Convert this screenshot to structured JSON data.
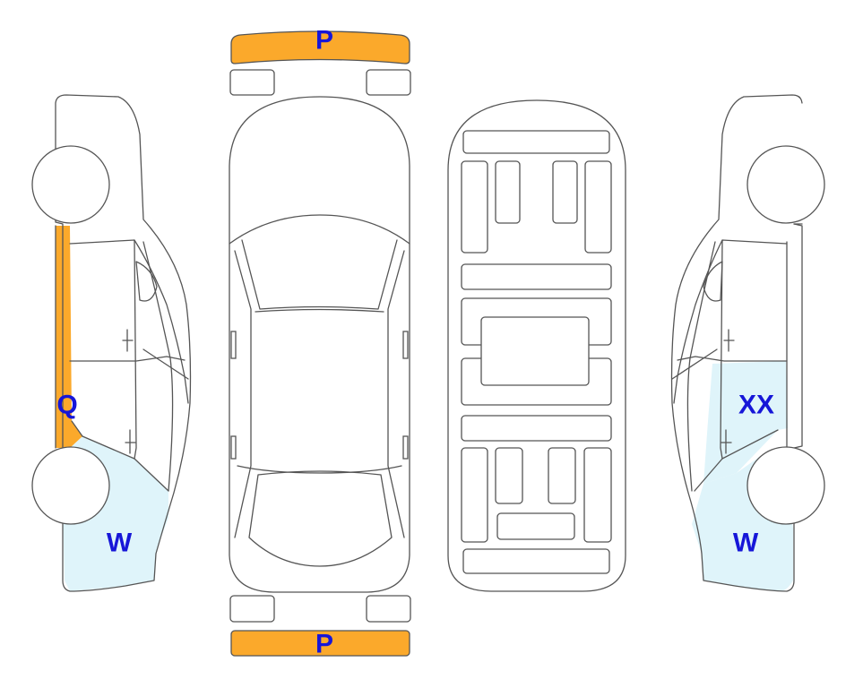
{
  "colors": {
    "repaint": "#fba92b",
    "replace": "#dff4fa",
    "label": "#1616d8",
    "outline": "#555555"
  },
  "labels": {
    "front_bumper": "P",
    "rear_bumper": "P",
    "left_rocker": "Q",
    "left_rear_fender": "W",
    "right_rear_door": "XX",
    "right_rear_fender": "W"
  }
}
